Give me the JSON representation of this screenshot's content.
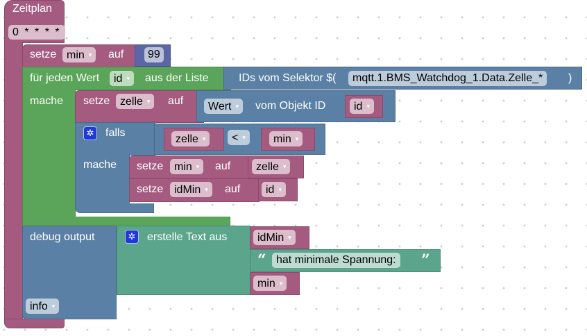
{
  "schedule": {
    "title": "Zeitplan",
    "cron": "0 * * * *"
  },
  "set_min": {
    "label": "setze",
    "variable": "min",
    "to_label": "auf",
    "value": "99"
  },
  "foreach": {
    "label": "für jeden Wert",
    "variable": "id",
    "list_label": "aus der Liste",
    "do_label": "mache",
    "selector": {
      "label": "IDs vom Selektor $(",
      "pattern": "mqtt.1.BMS_Watchdog_1.Data.Zelle_*",
      "close": ")"
    }
  },
  "set_zelle": {
    "label": "setze",
    "variable": "zelle",
    "to_label": "auf",
    "get_value": {
      "attribute": "Wert",
      "label": "vom Objekt ID",
      "id_variable": "id"
    }
  },
  "if_block": {
    "label": "falls",
    "do_label": "mache",
    "condition": {
      "left": "zelle",
      "operator": "<",
      "right": "min"
    },
    "statements": [
      {
        "label": "setze",
        "variable": "min",
        "to_label": "auf",
        "value": "zelle"
      },
      {
        "label": "setze",
        "variable": "idMin",
        "to_label": "auf",
        "value": "id"
      }
    ]
  },
  "debug": {
    "label": "debug output",
    "level": "info",
    "text_join": {
      "label": "erstelle Text aus",
      "items": [
        {
          "type": "variable",
          "value": "idMin"
        },
        {
          "type": "text",
          "value": "hat minimale Spannung:",
          "open_quote": "“",
          "close_quote": "”"
        },
        {
          "type": "variable",
          "value": "min"
        }
      ]
    }
  },
  "icons": {
    "caret": "▾",
    "gear": "✲"
  },
  "colors": {
    "procedures": "#a55b80",
    "loops": "#5ba55b",
    "logic": "#5b80a5",
    "math": "#5b67a5",
    "text": "#5ba58c"
  }
}
